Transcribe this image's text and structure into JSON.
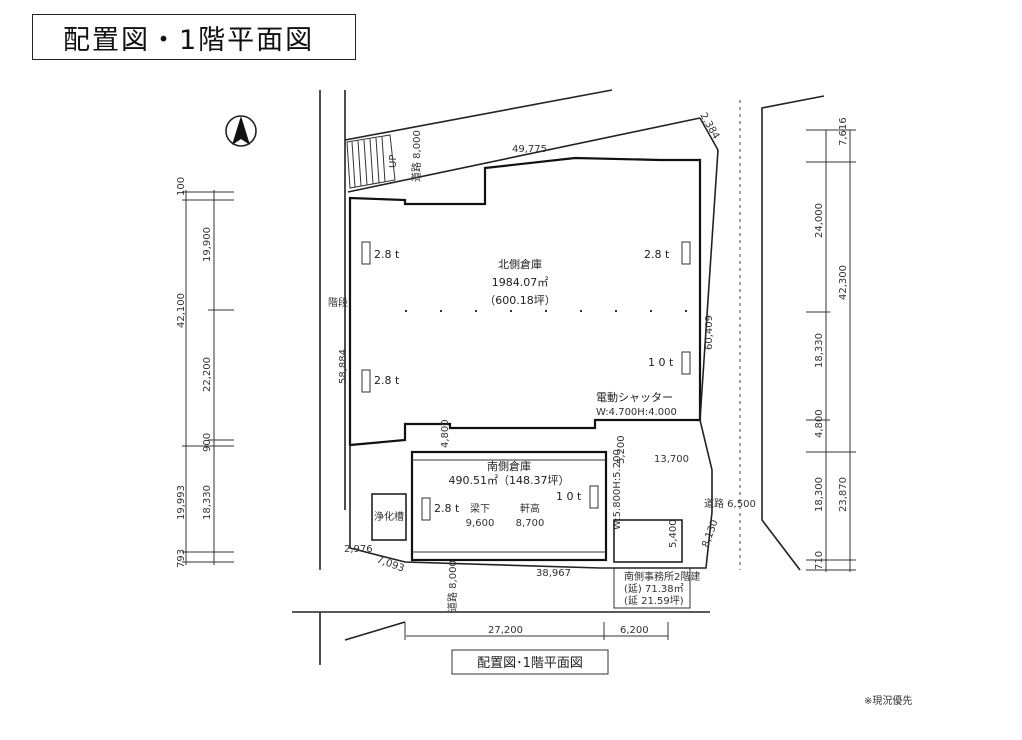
{
  "header": {
    "title": "配置図・1階平面図"
  },
  "footer": {
    "note": "※現況優先"
  },
  "plan": {
    "caption": "配置図･1階平面図",
    "north": {
      "icon": "north-arrow-icon"
    },
    "north_warehouse": {
      "name": "北側倉庫",
      "area_m2": "1984.07㎡",
      "area_tsubo": "（600.18坪）"
    },
    "south_warehouse": {
      "name": "南側倉庫",
      "area_text": "490.51㎡（148.37坪）",
      "height_label_1": "梁下",
      "height_value_1": "9,600",
      "height_label_2": "軒高",
      "height_value_2": "8,700"
    },
    "office": {
      "line1": "南側事務所2階建",
      "line2": "(延) 71.38㎡",
      "line3": "(延 21.59坪)"
    },
    "septic": "浄化槽",
    "shutter": {
      "label": "電動シャッター",
      "size": "W:4.700H:4.000"
    },
    "shutter_south": "W:5.800H:5.200",
    "cranes": {
      "c1": "2.8 t",
      "c2": "2.8 t",
      "c3": "2.8 t",
      "c4": "1 0 t",
      "c5": "2.8 t",
      "c6": "1 0 t"
    },
    "roads": {
      "road_top": "道路 8,000",
      "road_bottom": "道路 8,000",
      "road_right": "道路 6,500",
      "stair": "階段",
      "up": "UP"
    },
    "dims": {
      "d_49775": "49,775",
      "d_2384": "2,384",
      "d_60409": "60,409",
      "d_58884": "58,884",
      "d_4800a": "4,800",
      "d_5200": "5,200",
      "d_13700": "13,700",
      "d_5400": "5,400",
      "d_8130": "8,130",
      "d_38967": "38,967",
      "d_2976": "2,976",
      "d_7093": "7,093",
      "d_27200": "27,200",
      "d_6200": "6,200",
      "l_100": "100",
      "l_19900": "19,900",
      "l_42100": "42,100",
      "l_22200": "22,200",
      "l_900": "900",
      "l_19993": "19,993",
      "l_18330": "18,330",
      "l_793": "793",
      "r_7616": "7,616",
      "r_24000": "24,000",
      "r_42300": "42,300",
      "r_18330": "18,330",
      "r_4800": "4,800",
      "r_18300": "18,300",
      "r_23870": "23,870",
      "r_710": "710"
    }
  }
}
